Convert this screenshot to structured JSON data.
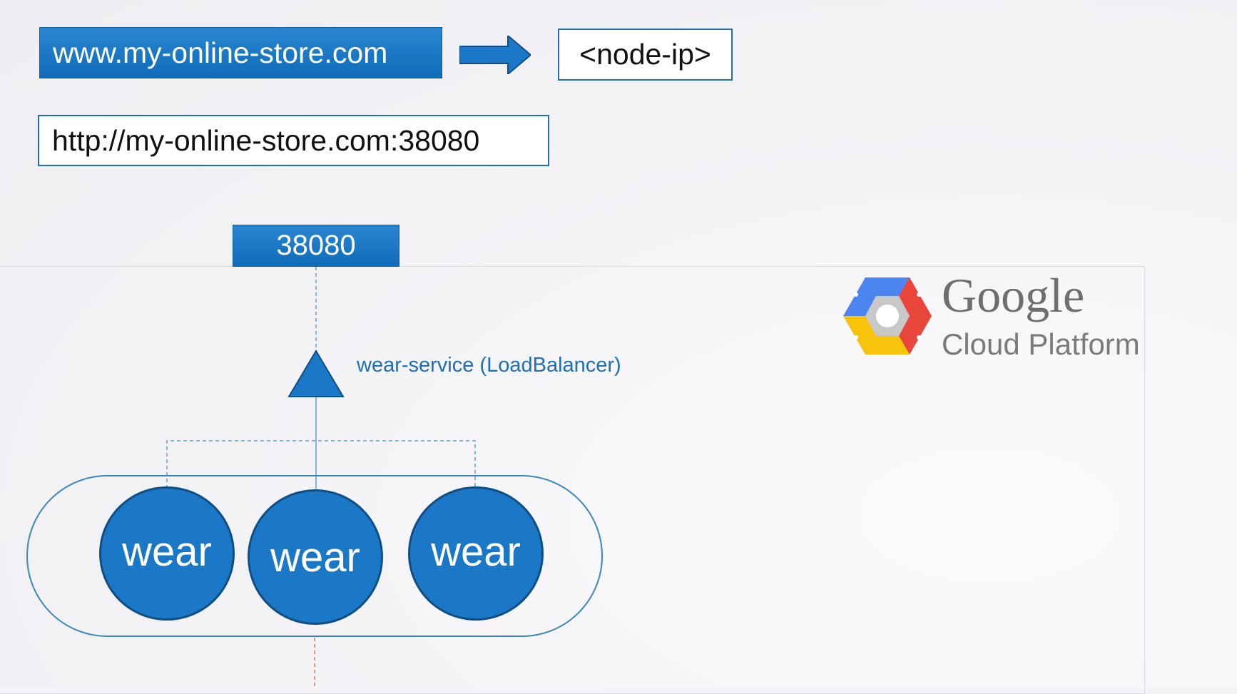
{
  "url_box": {
    "text": "www.my-online-store.com"
  },
  "node_ip_box": {
    "text": "<node-ip>"
  },
  "http_box": {
    "text": "http://my-online-store.com:38080"
  },
  "port_box": {
    "text": "38080"
  },
  "service": {
    "label": "wear-service (LoadBalancer)"
  },
  "pods": [
    {
      "label": "wear"
    },
    {
      "label": "wear"
    },
    {
      "label": "wear"
    }
  ],
  "cloud_provider": {
    "name_line1": "Google",
    "name_line2": "Cloud Platform",
    "icon": "google-cloud-hexagon-icon"
  },
  "colors": {
    "primary_blue": "#1a78c6",
    "border_blue": "#1f6fb2",
    "gcp_blue": "#4c84f0",
    "gcp_red": "#e8463a",
    "gcp_yellow": "#f7c40b",
    "gcp_grey": "#bdbdbd"
  }
}
